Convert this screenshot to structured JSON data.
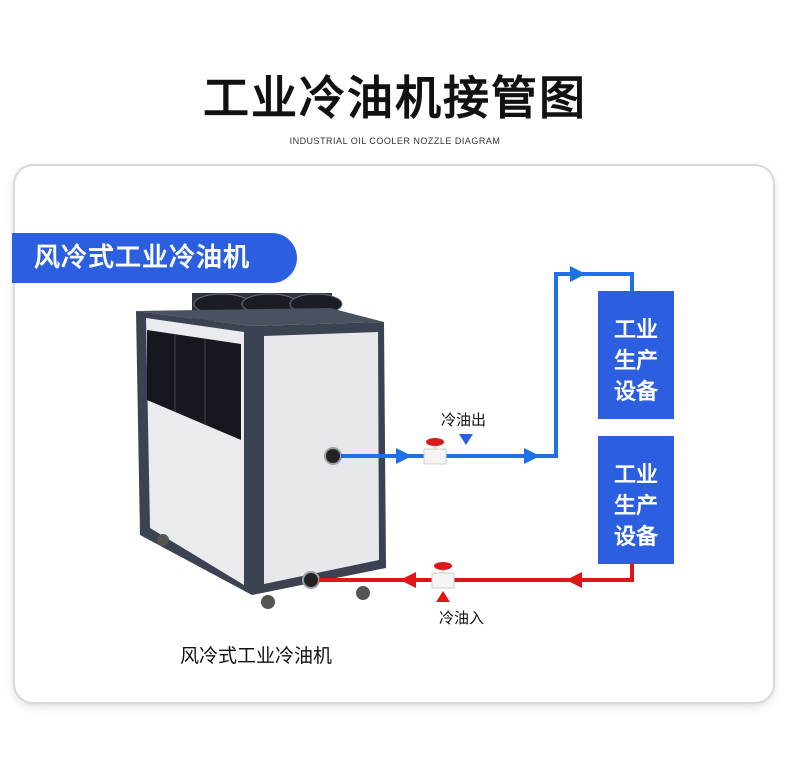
{
  "title": "工业冷油机接管图",
  "subtitle": "INDUSTRIAL OIL COOLER NOZZLE DIAGRAM",
  "badge": "风冷式工业冷油机",
  "caption": "风冷式工业冷油机",
  "equipment": [
    {
      "line1": "工业",
      "line2": "生产",
      "line3": "设备"
    },
    {
      "line1": "工业",
      "line2": "生产",
      "line3": "设备"
    }
  ],
  "oil_out_label": "冷油出",
  "oil_in_label": "冷油入",
  "colors": {
    "accent_blue": "#2b5fe0",
    "pipe_blue": "#1f6fe8",
    "pipe_red": "#e01515"
  },
  "icons": {
    "chiller": "industrial-oil-chiller-unit",
    "valve": "ball-valve-icon",
    "arrow": "flow-arrow-icon"
  }
}
